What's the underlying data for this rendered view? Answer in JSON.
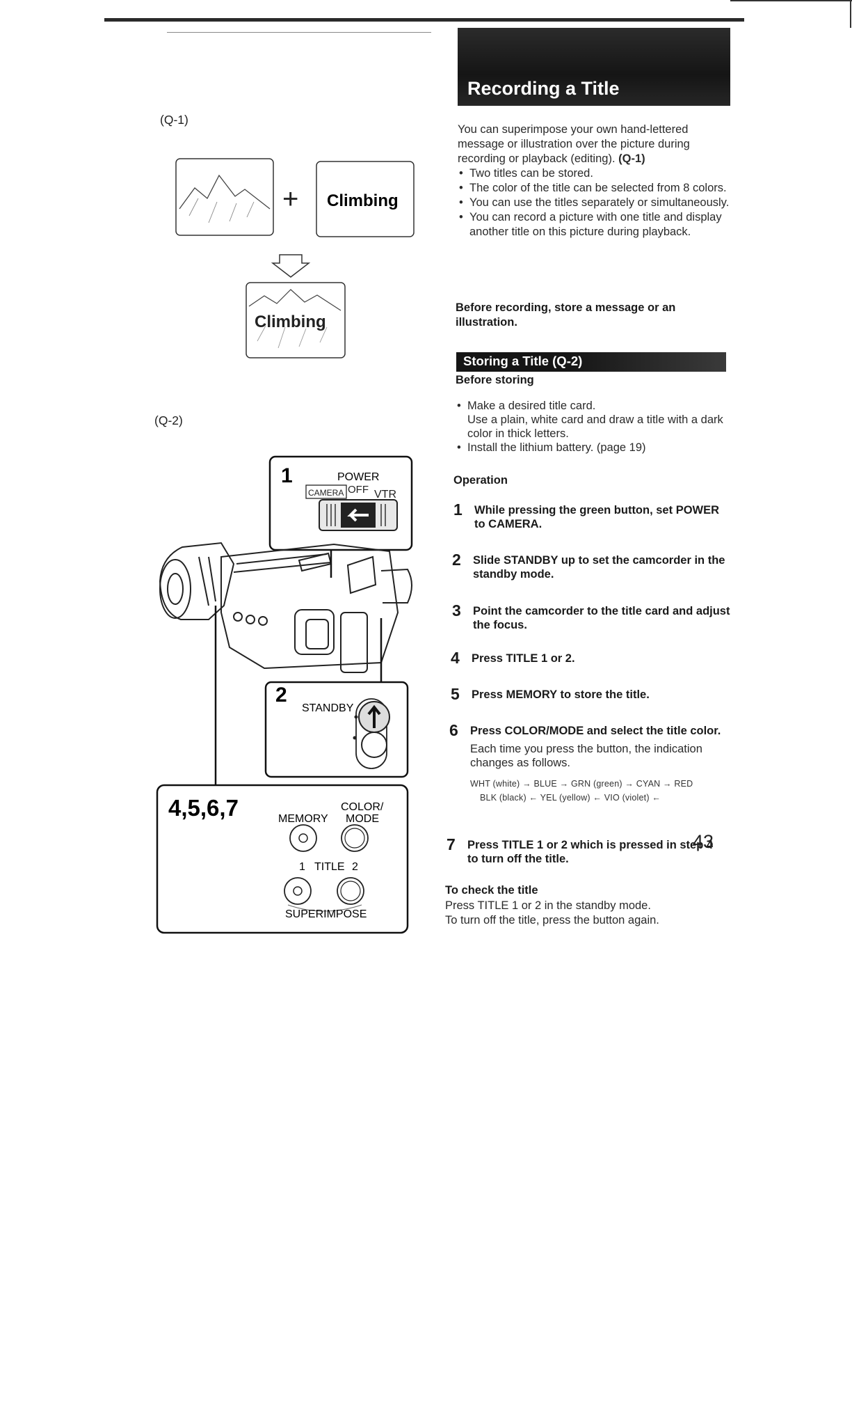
{
  "header": {
    "title": "Recording a Title"
  },
  "figures": {
    "q1_label": "(Q-1)",
    "q2_label": "(Q-2)",
    "plus": "+",
    "climbing_word": "Climbing",
    "climbing_overlay": "Climbing",
    "panel1": {
      "number": "1",
      "power": "POWER",
      "camera": "CAMERA",
      "off": "OFF",
      "vtr": "VTR"
    },
    "panel2": {
      "number": "2",
      "standby": "STANDBY"
    },
    "panel3": {
      "numbers": "4,5,6,7",
      "memory": "MEMORY",
      "color": "COLOR/",
      "mode": "MODE",
      "title1": "1",
      "title_word": "TITLE",
      "title2": "2",
      "superimpose": "SUPERIMPOSE"
    }
  },
  "intro": {
    "paragraph": "You can superimpose your own hand-lettered message or illustration over the picture during recording or playback (editing).",
    "paragraph_ref": "(Q-1)",
    "bullets": [
      "Two titles can be stored.",
      "The color of the title can be selected from 8 colors.",
      "You can use the titles separately or simultaneously.",
      "You can record a picture with one title and display another title on this picture during playback."
    ],
    "before_recording": "Before recording, store a message or an illustration."
  },
  "storing": {
    "section_title": "Storing a Title (Q-2)",
    "before_storing": "Before storing",
    "bullets": [
      {
        "main": "Make a desired title card.",
        "sub": "Use a plain, white card and draw a title with a dark color in thick letters."
      },
      {
        "main": "Install the lithium battery. (page 19)",
        "sub": ""
      }
    ],
    "operation": "Operation",
    "steps": [
      {
        "num": "1",
        "text": "While pressing the green button, set POWER to CAMERA."
      },
      {
        "num": "2",
        "text": "Slide STANDBY up to set the camcorder in the standby mode."
      },
      {
        "num": "3",
        "text": "Point the camcorder to the title card and adjust the focus."
      },
      {
        "num": "4",
        "text": "Press TITLE 1 or 2."
      },
      {
        "num": "5",
        "text": "Press MEMORY to store the title."
      },
      {
        "num": "6",
        "text": "Press COLOR/MODE and select the title color.",
        "note": "Each time you press the button, the indication changes as follows."
      },
      {
        "num": "7",
        "text": "Press TITLE 1 or 2 which is pressed in step 4 to turn off the title."
      }
    ],
    "color_sequence_line1": "WHT (white) → BLUE → GRN (green) → CYAN → RED",
    "color_sequence_line2": "BLK (black) ← YEL (yellow) ← VIO (violet) ←",
    "check_title": "To check the title",
    "check_lines": [
      "Press TITLE 1 or 2 in the standby mode.",
      "To turn off the title, press the button again."
    ]
  },
  "page_number": "43"
}
